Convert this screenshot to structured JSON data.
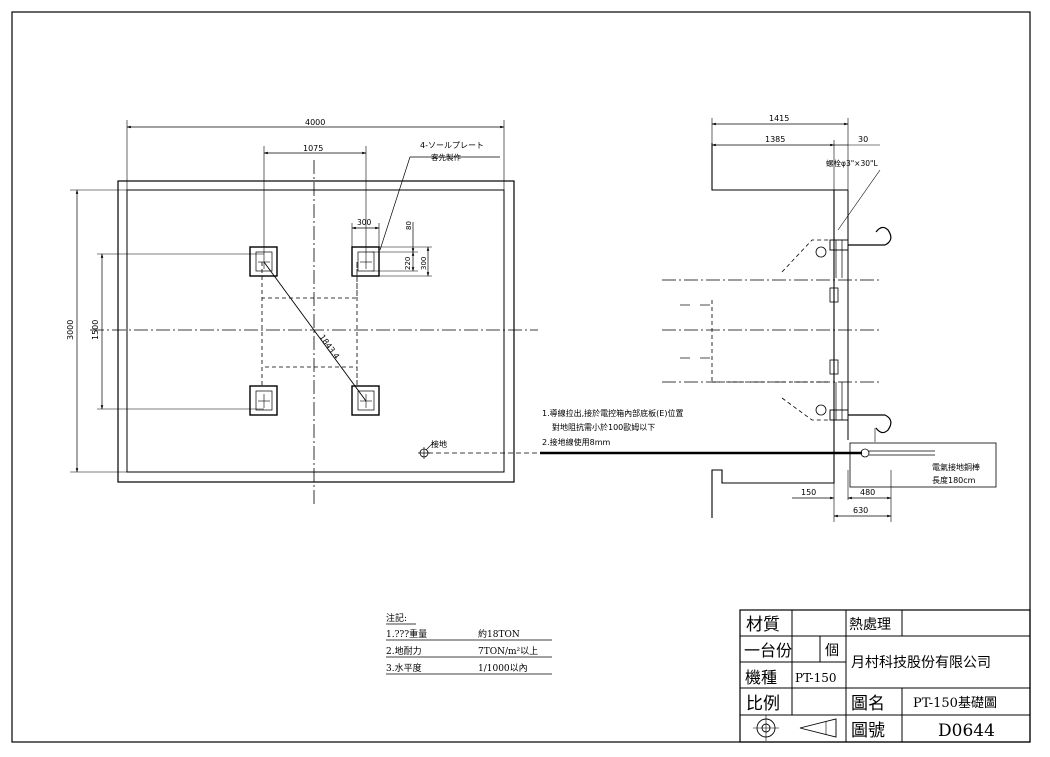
{
  "plan": {
    "dim_total_width": "4000",
    "dim_pad_spacing": "1075",
    "dim_pad_size": "300",
    "dim_offset_top": "80",
    "dim_inner_220": "220",
    "dim_inner_300": "300",
    "dim_total_height": "3000",
    "dim_pad_row_spacing": "1500",
    "dim_diagonal": "1843.4",
    "sole_plate_label": "4-ソールプレート",
    "sole_plate_note": "客先製作",
    "ground_label": "接地"
  },
  "elevation": {
    "dim_1415": "1415",
    "dim_1385": "1385",
    "dim_30": "30",
    "bolt_label": "螺栓φ3\"×30\"L",
    "dim_150": "150",
    "dim_480": "480",
    "dim_630": "630",
    "ground_rod_line1": "電氣接地銅棒",
    "ground_rod_line2": "長度180cm"
  },
  "wiring_notes": [
    "1.導線拉出,接於電控箱內部底板(E)位置",
    "對地阻抗需小於100歐姆以下",
    "2.接地線使用8mm"
  ],
  "notes": {
    "heading": "注記:",
    "rows": [
      {
        "item": "1.???重量",
        "value": "約18TON"
      },
      {
        "item": "2.地耐力",
        "value": "7TON/m²以上"
      },
      {
        "item": "3.水平度",
        "value": "1/1000以內"
      }
    ]
  },
  "title_block": {
    "material_label": "材質",
    "heat_treatment_label": "熱處理",
    "quantity_label": "一台份",
    "quantity_unit": "個",
    "company": "月村科技股份有限公司",
    "model_label": "機種",
    "model_value": "PT-150",
    "scale_label": "比例",
    "drawing_name_label": "圖名",
    "drawing_name_value": "PT-150基礎圖",
    "drawing_no_label": "圖號",
    "drawing_no_value": "D0644"
  }
}
